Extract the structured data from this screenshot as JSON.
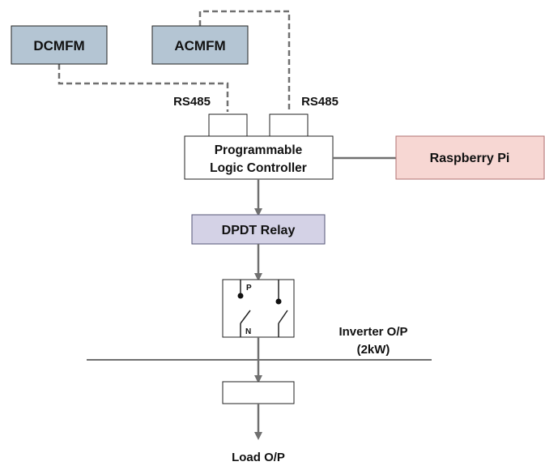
{
  "nodes": {
    "dcmfm": {
      "label": "DCMFM",
      "fill": "#b4c5d3"
    },
    "acmfm": {
      "label": "ACMFM",
      "fill": "#b4c5d3"
    },
    "plc": {
      "label_line1": "Programmable",
      "label_line2": "Logic Controller",
      "fill": "#ffffff"
    },
    "raspberry_pi": {
      "label": "Raspberry Pi",
      "fill": "#f7d7d3"
    },
    "dpdt_relay": {
      "label": "DPDT Relay",
      "fill": "#d4d2e6"
    },
    "switch_box": {
      "pin_p": "P",
      "pin_n": "N",
      "fill": "#ffffff"
    },
    "load_box": {
      "fill": "#ffffff"
    }
  },
  "labels": {
    "rs485_left": "RS485",
    "rs485_right": "RS485",
    "inverter_line1": "Inverter O/P",
    "inverter_line2": "(2kW)",
    "load_output": "Load O/P"
  },
  "colors": {
    "stroke": "#222222",
    "connector": "#707070",
    "dashed": "#707070"
  }
}
